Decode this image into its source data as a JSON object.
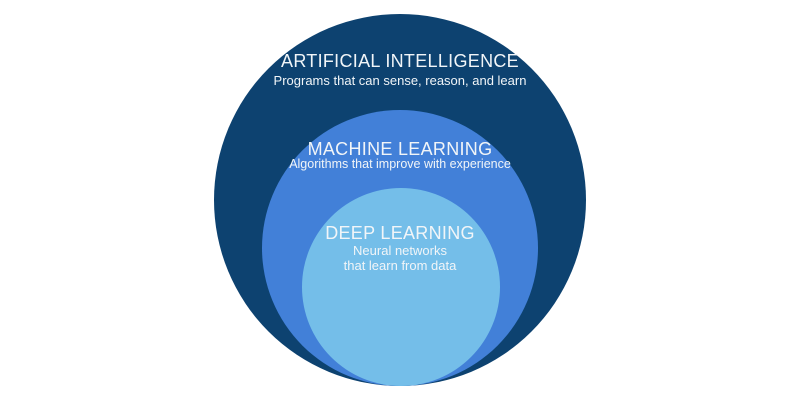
{
  "background_color": "#ffffff",
  "text_color": "#f1f5f8",
  "diagram": {
    "type": "nested-circles",
    "layers": [
      {
        "name": "artificial-intelligence",
        "title": "ARTIFICIAL INTELLIGENCE",
        "subtitle": "Programs that can sense, reason, and learn",
        "color": "#0d4270"
      },
      {
        "name": "machine-learning",
        "title": "MACHINE LEARNING",
        "subtitle": "Algorithms that improve with experience",
        "color": "#4280d8"
      },
      {
        "name": "deep-learning",
        "title": "DEEP LEARNING",
        "subtitle_lines": [
          "Neural networks",
          "that learn from data"
        ],
        "color": "#74bee9"
      }
    ]
  }
}
